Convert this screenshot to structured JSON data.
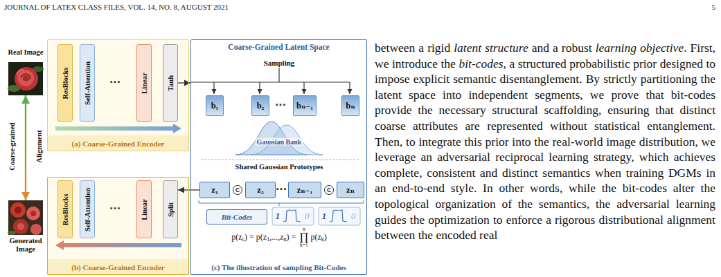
{
  "diagram": {
    "nodes": [
      {
        "text": [
          "Real Image"
        ]
      },
      {
        "text": [
          "(a) Coarse-Grained Encoder"
        ]
      },
      {
        "text": [
          "ResBlocks"
        ],
        "in": 1
      },
      {
        "text": [
          "Self-Attention"
        ],
        "in": 1
      },
      {
        "text": [
          "Linear"
        ],
        "in": 1
      },
      {
        "text": [
          "Tanh"
        ],
        "in": 1
      },
      {
        "text": [
          "(b) Coarse-Grained Encoder"
        ]
      },
      {
        "text": [
          "ResBlocks"
        ],
        "in": 6
      },
      {
        "text": [
          "Self-Attention"
        ],
        "in": 6
      },
      {
        "text": [
          "Linear"
        ],
        "in": 6
      },
      {
        "text": [
          "Split"
        ],
        "in": 6
      },
      {
        "text": [
          "Coarse-Grained Latent Space",
          "(c) The illustration of sampling Bit-Codes"
        ]
      },
      {
        "text": [
          "b₁"
        ],
        "in": 11
      },
      {
        "text": [
          "b₂"
        ],
        "in": 11
      },
      {
        "text": [
          "bₙ₋₁"
        ],
        "in": 11
      },
      {
        "text": [
          "bₙ"
        ],
        "in": 11
      },
      {
        "text": [
          "z₁"
        ],
        "in": 11
      },
      {
        "text": [
          "C"
        ],
        "in": 11
      },
      {
        "text": [
          "z₂"
        ],
        "in": 11
      },
      {
        "text": [
          "zₙ₋₁"
        ],
        "in": 11
      },
      {
        "text": [
          "C"
        ],
        "in": 11
      },
      {
        "text": [
          "zₙ"
        ],
        "in": 11
      },
      {
        "text": [
          "Bit-Codes"
        ],
        "in": 11
      },
      {
        "text": [
          "Generated Image"
        ]
      }
    ],
    "edges": [
      {
        "from": 0,
        "to": 23,
        "arrow": "both"
      },
      {
        "from": 5,
        "to": 11,
        "arrow": "to"
      },
      {
        "from": 16,
        "to": 10,
        "arrow": "to"
      }
    ],
    "labels": [
      "JOURNAL OF LATEX CLASS FILES, VOL. 14, NO. 8, AUGUST 2021",
      "5",
      "Coarse-grained",
      "Alignment",
      "···",
      "···",
      "Sampling",
      "···",
      "Gaussian Bank",
      "Shared Gaussian Prototypes",
      "···",
      "1",
      "0",
      "1",
      "0",
      "p(z",
      "c",
      ") = p(z",
      "1",
      ",...,z",
      "n",
      ") =",
      "∏",
      "n",
      "k=1",
      "p(z",
      "k",
      ")",
      "between a rigid",
      "latent structure",
      "and a robust",
      "learning objective",
      ". First, we introduce the",
      "bit-codes",
      ", a structured probabilistic prior designed to impose explicit semantic disentanglement. By strictly partitioning the latent space into independent segments, we prove that bit-codes provide the necessary structural scaffolding, ensuring that distinct coarse attributes are represented without statistical entanglement. Then, to integrate this prior into the real-world image distribution, we leverage an adversarial reciprocal learning strategy, which achieves complete, consistent and distinct semantics when training DGMs in an end-to-end style. In other words, while the bit-codes alter the topological organization of the semantics, the adversarial learning guides the optimization to enforce a rigorous distributional alignment between the encoded real"
    ]
  }
}
